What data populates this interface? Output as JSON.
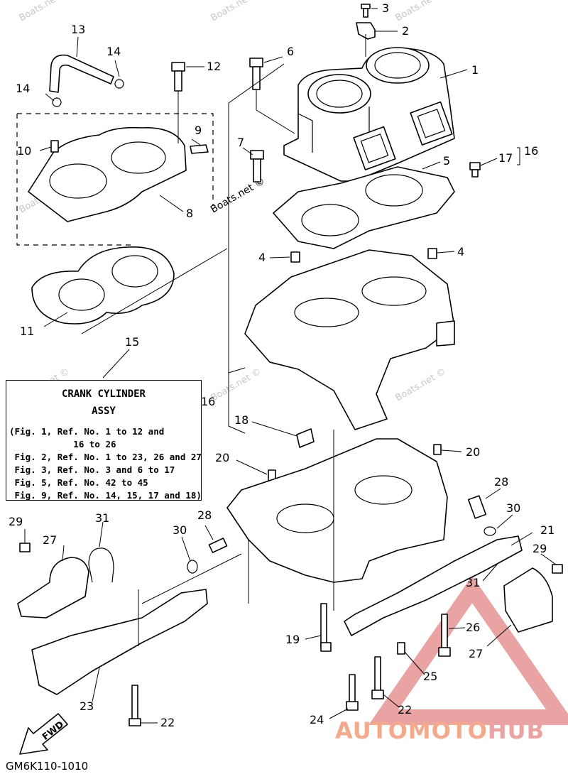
{
  "callouts": [
    {
      "id": "c3",
      "label": "3"
    },
    {
      "id": "c2",
      "label": "2"
    },
    {
      "id": "c1",
      "label": "1"
    },
    {
      "id": "c13",
      "label": "13"
    },
    {
      "id": "c14a",
      "label": "14"
    },
    {
      "id": "c14b",
      "label": "14"
    },
    {
      "id": "c6",
      "label": "6"
    },
    {
      "id": "c12",
      "label": "12"
    },
    {
      "id": "c9",
      "label": "9"
    },
    {
      "id": "c10",
      "label": "10"
    },
    {
      "id": "c8",
      "label": "8"
    },
    {
      "id": "c7",
      "label": "7"
    },
    {
      "id": "c5",
      "label": "5"
    },
    {
      "id": "c17",
      "label": "17"
    },
    {
      "id": "c16a",
      "label": "16"
    },
    {
      "id": "c11",
      "label": "11"
    },
    {
      "id": "c4a",
      "label": "4"
    },
    {
      "id": "c4b",
      "label": "4"
    },
    {
      "id": "c15",
      "label": "15"
    },
    {
      "id": "c16b",
      "label": "16"
    },
    {
      "id": "c18",
      "label": "18"
    },
    {
      "id": "c20a",
      "label": "20"
    },
    {
      "id": "c20b",
      "label": "20"
    },
    {
      "id": "c28a",
      "label": "28"
    },
    {
      "id": "c30a",
      "label": "30"
    },
    {
      "id": "c21",
      "label": "21"
    },
    {
      "id": "c29a",
      "label": "29"
    },
    {
      "id": "c27a",
      "label": "27"
    },
    {
      "id": "c31a",
      "label": "31"
    },
    {
      "id": "c28b",
      "label": "28"
    },
    {
      "id": "c30b",
      "label": "30"
    },
    {
      "id": "c29b",
      "label": "29"
    },
    {
      "id": "c31b",
      "label": "31"
    },
    {
      "id": "c26",
      "label": "26"
    },
    {
      "id": "c19",
      "label": "19"
    },
    {
      "id": "c27b",
      "label": "27"
    },
    {
      "id": "c25",
      "label": "25"
    },
    {
      "id": "c23",
      "label": "23"
    },
    {
      "id": "c22a",
      "label": "22"
    },
    {
      "id": "c22b",
      "label": "22"
    },
    {
      "id": "c24",
      "label": "24"
    }
  ],
  "crank_box": {
    "title_line1": "CRANK CYLINDER",
    "title_line2": "ASSY",
    "notes": "(Fig. 1, Ref. No. 1 to 12 and\n            16 to 26\n Fig. 2, Ref. No. 1 to 23, 26 and 27\n Fig. 3, Ref. No. 3 and 6 to 17\n Fig. 5, Ref. No. 42 to 45\n Fig. 9, Ref. No. 14, 15, 17 and 18)"
  },
  "watermark": "Boats.net ©",
  "fwd_label": "FWD",
  "diagram_code": "GM6K110-1010",
  "brand": {
    "part1": "AUTOMOTO",
    "part2": "HUB"
  },
  "colors": {
    "line": "#000000",
    "watermark": "#c8c8c8",
    "brand_orange": "#f3a98b",
    "brand_red": "#e9a3a3",
    "logo_red": "#e9a3a3"
  }
}
